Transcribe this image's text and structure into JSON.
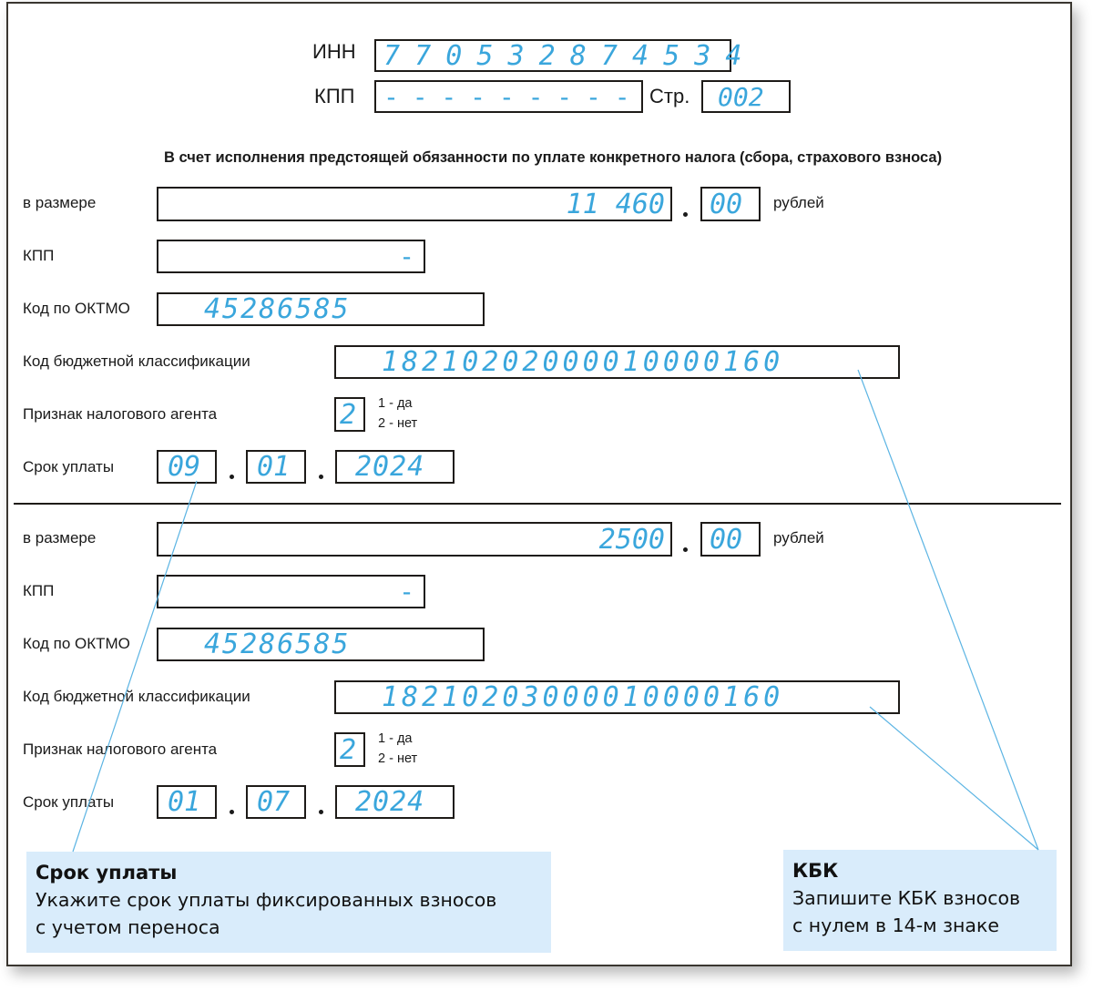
{
  "header": {
    "inn_label": "ИНН",
    "inn_value": "7 7 0 5 3 2 8 7 4 5 3 4",
    "kpp_label": "КПП",
    "kpp_value": "- - - - - - - - -",
    "page_label": "Стр.",
    "page_value": "002"
  },
  "section_heading": "В счет исполнения предстоящей обязанности по уплате конкретного налога (сбора, страхового взноса)",
  "blocks": [
    {
      "amount_label": "в размере",
      "amount_rubles": "11 460",
      "amount_kopecks": "00",
      "currency_label": "рублей",
      "kpp_label": "КПП",
      "kpp_value": "-",
      "oktmo_label": "Код по ОКТМО",
      "oktmo_value": "45286585",
      "kbk_label": "Код бюджетной классификации",
      "kbk_value": "18210202000010000160",
      "agent_label": "Признак налогового агента",
      "agent_value": "2",
      "agent_option_yes": "1 - да",
      "agent_option_no": "2 - нет",
      "due_label": "Срок уплаты",
      "due_day": "09",
      "due_month": "01",
      "due_year": "2024"
    },
    {
      "amount_label": "в размере",
      "amount_rubles": "2500",
      "amount_kopecks": "00",
      "currency_label": "рублей",
      "kpp_label": "КПП",
      "kpp_value": "-",
      "oktmo_label": "Код по ОКТМО",
      "oktmo_value": "45286585",
      "kbk_label": "Код бюджетной классификации",
      "kbk_value": "18210203000010000160",
      "agent_label": "Признак налогового агента",
      "agent_value": "2",
      "agent_option_yes": "1 - да",
      "agent_option_no": "2 - нет",
      "due_label": "Срок уплаты",
      "due_day": "01",
      "due_month": "07",
      "due_year": "2024"
    }
  ],
  "callouts": {
    "due_date": {
      "title": "Срок уплаты",
      "line1": "Укажите срок уплаты фиксированных взносов",
      "line2": "с учетом переноса"
    },
    "kbk": {
      "title": "КБК",
      "line1": "Запишите КБК взносов",
      "line2": "с нулем в 14-м знаке"
    }
  },
  "colors": {
    "filled_value": "#3aa6dc",
    "callout_bg": "#d9ecfb",
    "leader_line": "#5bb4e3"
  }
}
